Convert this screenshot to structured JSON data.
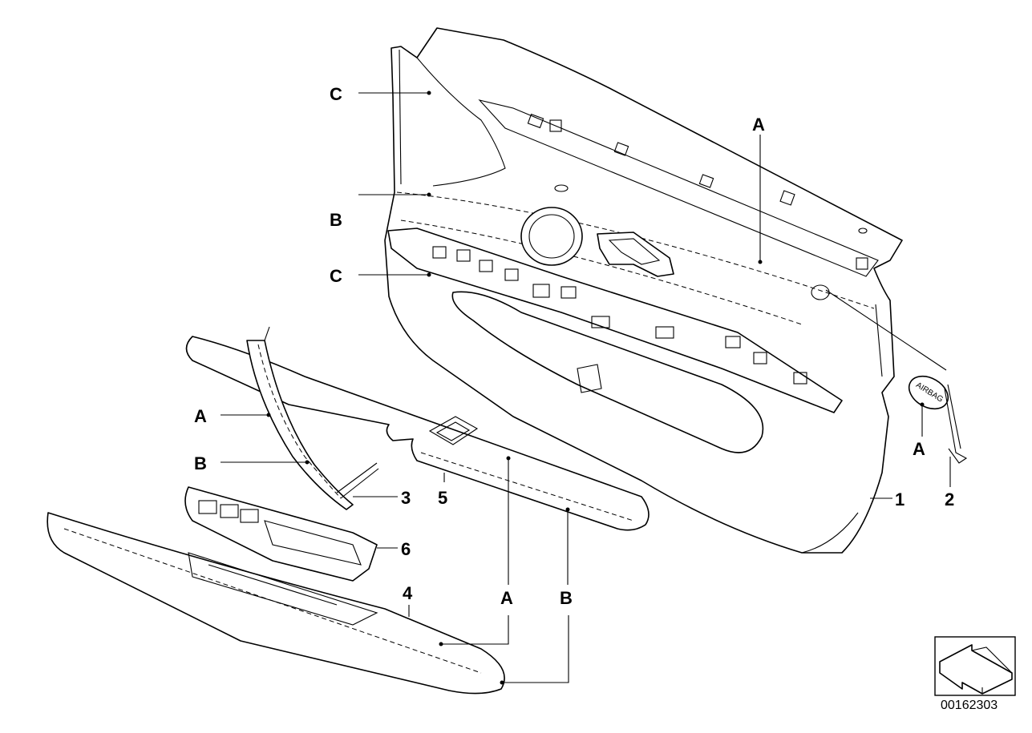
{
  "callouts": {
    "top_c": "C",
    "top_a": "A",
    "mid_b": "B",
    "mid_c": "C",
    "handle_a": "A",
    "handle_b": "B",
    "badge_a": "A",
    "bottom_a": "A",
    "bottom_b": "B"
  },
  "parts": {
    "p1": "1",
    "p2": "2",
    "p3": "3",
    "p4": "4",
    "p5": "5",
    "p6": "6"
  },
  "badge_text": "AIRBAG",
  "diagram_code": "00162303",
  "icons": [
    "direction-arrow-icon"
  ]
}
